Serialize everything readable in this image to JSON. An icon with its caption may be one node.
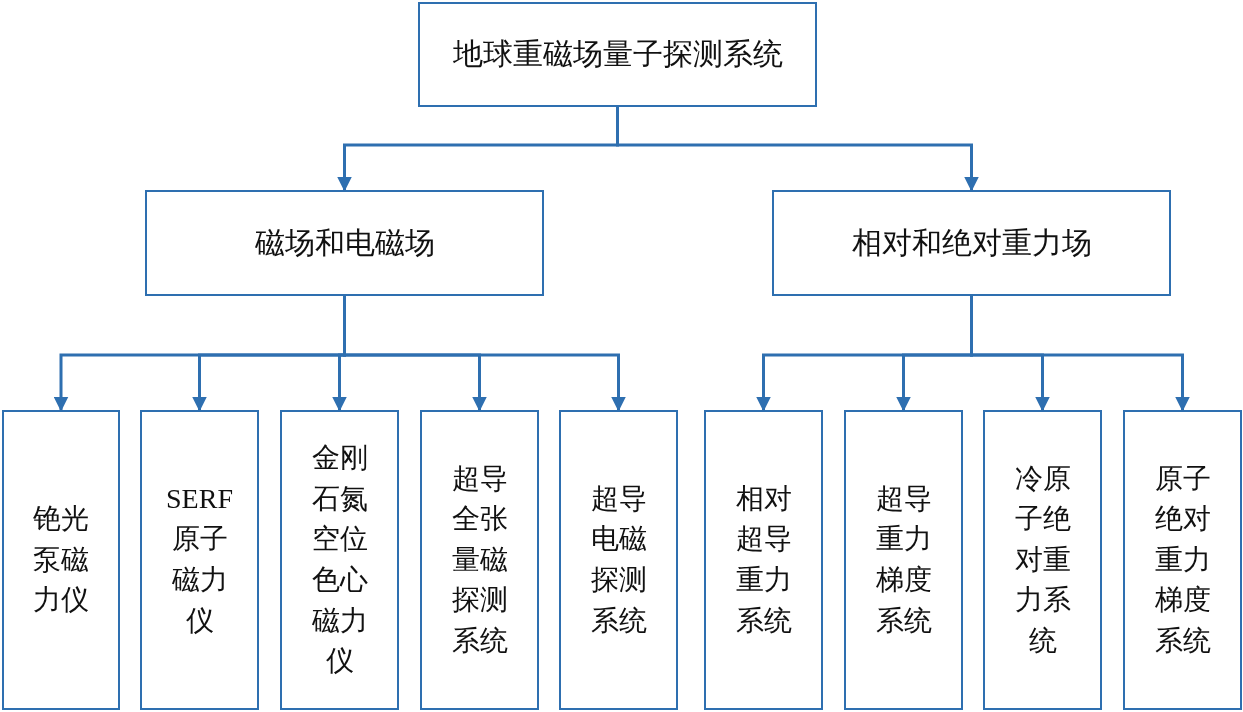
{
  "diagram": {
    "nodes": [
      {
        "text": [
          "地球重磁场量子探测系统"
        ]
      },
      {
        "text": [
          "磁场和电磁场"
        ]
      },
      {
        "text": [
          "相对和绝对重力场"
        ]
      },
      {
        "text": [
          "铯光泵磁力仪"
        ]
      },
      {
        "text": [
          "SERF原子磁力仪"
        ]
      },
      {
        "text": [
          "金刚石氮空位色心磁力仪"
        ]
      },
      {
        "text": [
          "超导全张量磁探测系统"
        ]
      },
      {
        "text": [
          "超导电磁探测系统"
        ]
      },
      {
        "text": [
          "相对超导重力系统"
        ]
      },
      {
        "text": [
          "超导重力梯度系统"
        ]
      },
      {
        "text": [
          "冷原子绝对重力系统"
        ]
      },
      {
        "text": [
          "原子绝对重力梯度系统"
        ]
      }
    ],
    "edges": [
      {
        "from": 0,
        "to": 1,
        "arrow": "to"
      },
      {
        "from": 0,
        "to": 2,
        "arrow": "to"
      },
      {
        "from": 1,
        "to": 3,
        "arrow": "to"
      },
      {
        "from": 1,
        "to": 4,
        "arrow": "to"
      },
      {
        "from": 1,
        "to": 5,
        "arrow": "to"
      },
      {
        "from": 1,
        "to": 6,
        "arrow": "to"
      },
      {
        "from": 1,
        "to": 7,
        "arrow": "to"
      },
      {
        "from": 2,
        "to": 8,
        "arrow": "to"
      },
      {
        "from": 2,
        "to": 9,
        "arrow": "to"
      },
      {
        "from": 2,
        "to": 10,
        "arrow": "to"
      },
      {
        "from": 2,
        "to": 11,
        "arrow": "to"
      }
    ]
  }
}
